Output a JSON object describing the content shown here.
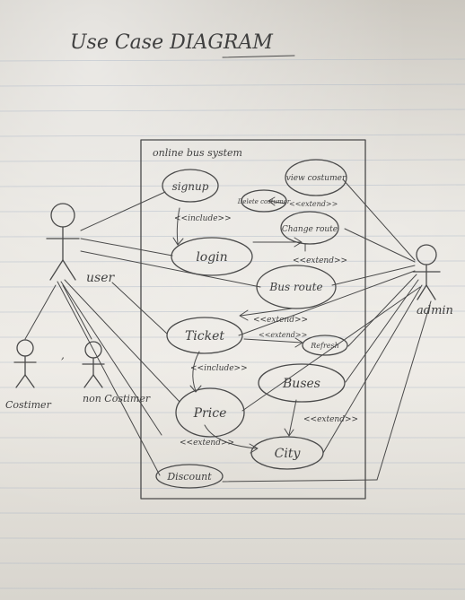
{
  "title": "Use Case DIAGRAM",
  "system_label": "online bus system",
  "actors": {
    "user": "user",
    "admin": "admin",
    "costumer": "Costimer",
    "non_costumer": "non Costimer"
  },
  "use_cases": {
    "signup": "signup",
    "login": "login",
    "view_costumer": "view costumer",
    "delete_costumer": "Delete costumer",
    "change_route": "Change route",
    "bus_route": "Bus route",
    "ticket": "Ticket",
    "refresh": "Refresh",
    "buses": "Buses",
    "price": "Price",
    "city": "City",
    "discount": "Discount"
  },
  "relations": {
    "include_signup_login": "<<include>>",
    "extend_delete_view": "<<extend>>",
    "extend_change_login": "<<extend>>",
    "extend_route_ticket": "<<extend>>",
    "extend_refresh": "<<extend>>",
    "include_ticket_price": "<<include>>",
    "extend_buses_city": "<<extend>>",
    "extend_price_city": "<<extend>>"
  }
}
